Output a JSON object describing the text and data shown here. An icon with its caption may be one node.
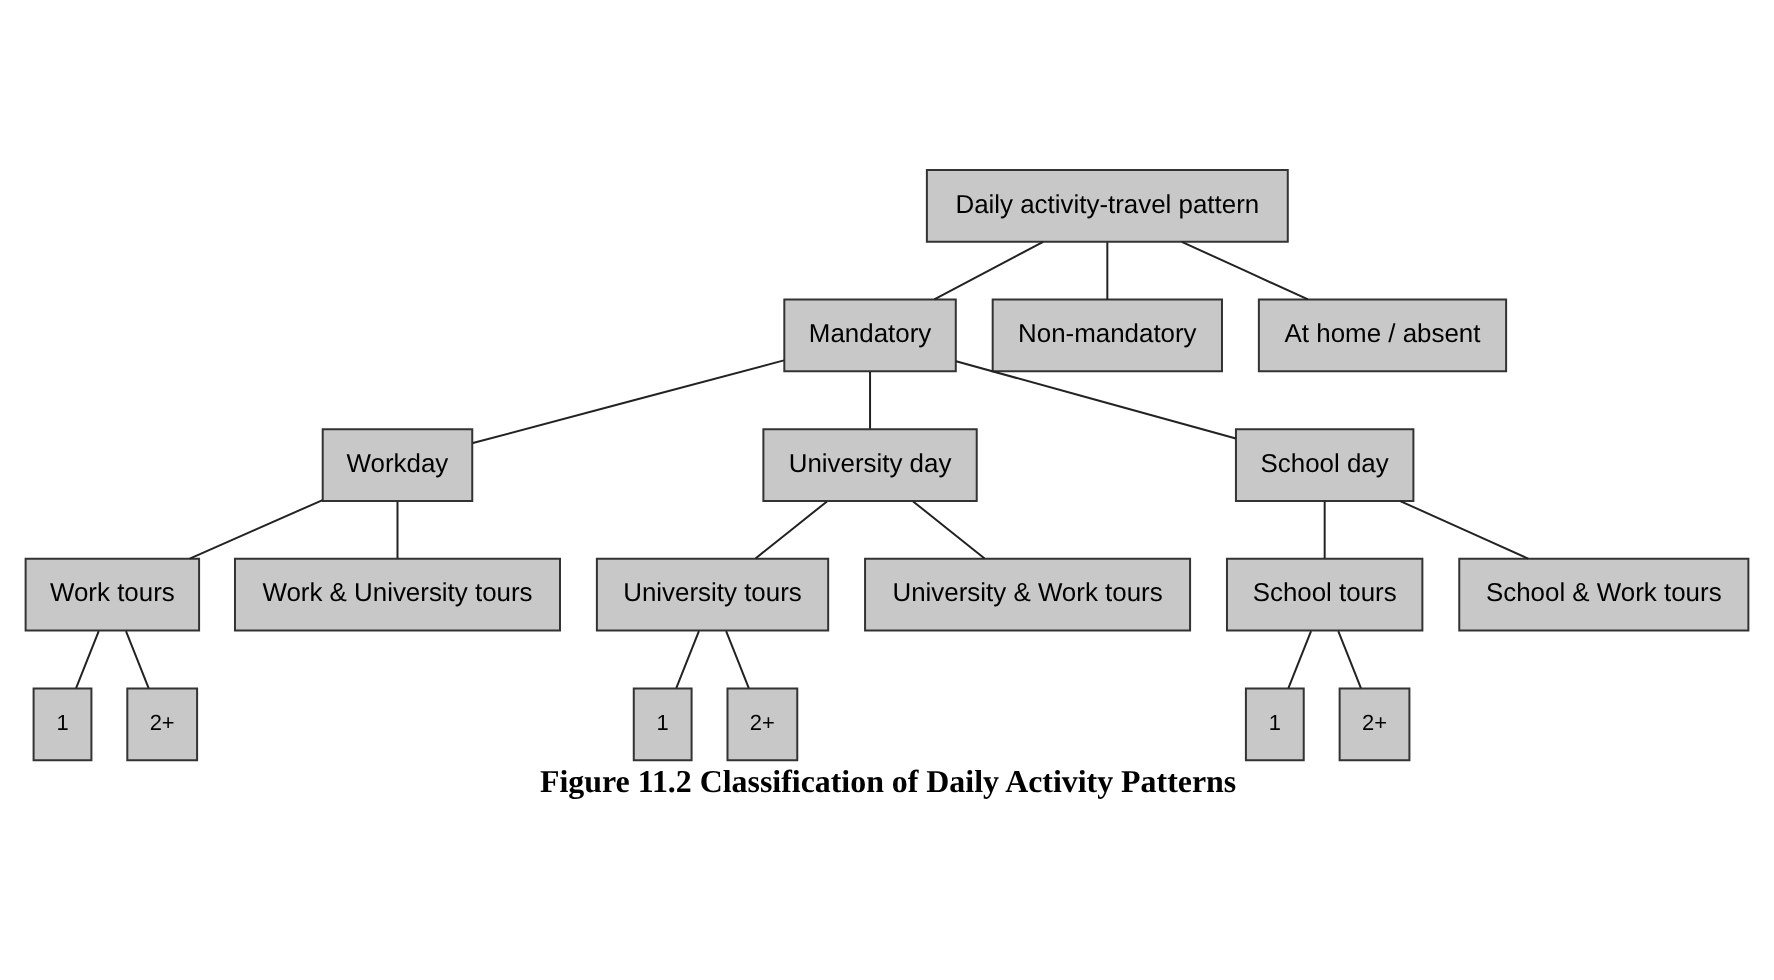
{
  "diagram": {
    "caption": "Figure 11.2 Classification of Daily Activity Patterns",
    "nodes": [
      {
        "text": [
          "Daily activity-travel pattern"
        ]
      },
      {
        "text": [
          "Mandatory"
        ]
      },
      {
        "text": [
          "Non-mandatory"
        ]
      },
      {
        "text": [
          "At home / absent"
        ]
      },
      {
        "text": [
          "Workday"
        ]
      },
      {
        "text": [
          "University day"
        ]
      },
      {
        "text": [
          "School day"
        ]
      },
      {
        "text": [
          "Work tours"
        ]
      },
      {
        "text": [
          "Work & University tours"
        ]
      },
      {
        "text": [
          "University tours"
        ]
      },
      {
        "text": [
          "University & Work tours"
        ]
      },
      {
        "text": [
          "School tours"
        ]
      },
      {
        "text": [
          "School & Work tours"
        ]
      },
      {
        "text": [
          "1"
        ]
      },
      {
        "text": [
          "2+"
        ]
      },
      {
        "text": [
          "1"
        ]
      },
      {
        "text": [
          "2+"
        ]
      },
      {
        "text": [
          "1"
        ]
      },
      {
        "text": [
          "2+"
        ]
      }
    ],
    "edges": [
      {
        "from": 0,
        "to": 1,
        "arrow": "none"
      },
      {
        "from": 0,
        "to": 2,
        "arrow": "none"
      },
      {
        "from": 0,
        "to": 3,
        "arrow": "none"
      },
      {
        "from": 1,
        "to": 4,
        "arrow": "none"
      },
      {
        "from": 1,
        "to": 5,
        "arrow": "none"
      },
      {
        "from": 1,
        "to": 6,
        "arrow": "none"
      },
      {
        "from": 4,
        "to": 7,
        "arrow": "none"
      },
      {
        "from": 4,
        "to": 8,
        "arrow": "none"
      },
      {
        "from": 5,
        "to": 9,
        "arrow": "none"
      },
      {
        "from": 5,
        "to": 10,
        "arrow": "none"
      },
      {
        "from": 6,
        "to": 11,
        "arrow": "none"
      },
      {
        "from": 6,
        "to": 12,
        "arrow": "none"
      },
      {
        "from": 7,
        "to": 13,
        "arrow": "none"
      },
      {
        "from": 7,
        "to": 14,
        "arrow": "none"
      },
      {
        "from": 9,
        "to": 15,
        "arrow": "none"
      },
      {
        "from": 9,
        "to": 16,
        "arrow": "none"
      },
      {
        "from": 11,
        "to": 17,
        "arrow": "none"
      },
      {
        "from": 11,
        "to": 18,
        "arrow": "none"
      }
    ]
  }
}
